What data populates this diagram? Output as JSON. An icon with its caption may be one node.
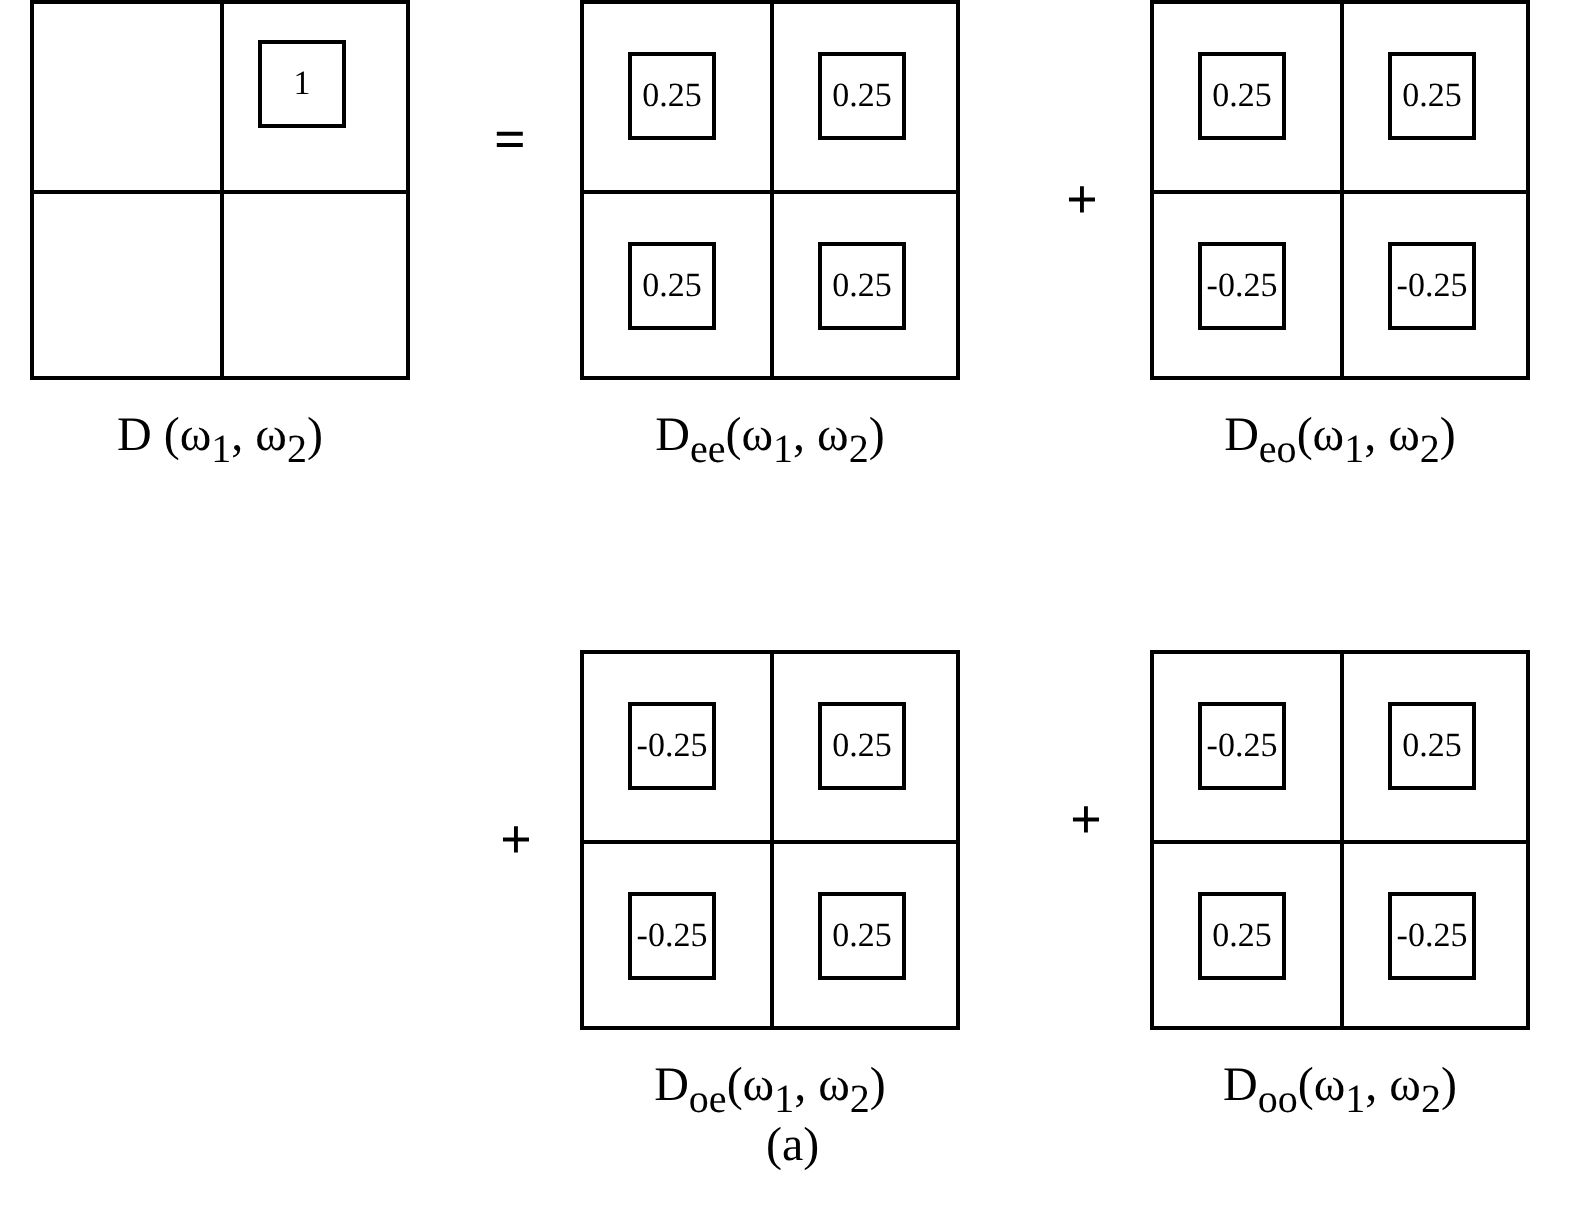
{
  "diagram": {
    "nodes": [
      {
        "text": [
          "D (ω$_{1}$, ω$_{2}$)"
        ]
      },
      {
        "text": [
          "1"
        ],
        "in": 0
      },
      {
        "text": [
          "D$_{ee}$(ω$_{1}$, ω$_{2}$)"
        ]
      },
      {
        "text": [
          "0.25"
        ],
        "in": 2
      },
      {
        "text": [
          "0.25"
        ],
        "in": 2
      },
      {
        "text": [
          "0.25"
        ],
        "in": 2
      },
      {
        "text": [
          "0.25"
        ],
        "in": 2
      },
      {
        "text": [
          "D$_{eo}$(ω$_{1}$, ω$_{2}$)"
        ]
      },
      {
        "text": [
          "0.25"
        ],
        "in": 7
      },
      {
        "text": [
          "0.25"
        ],
        "in": 7
      },
      {
        "text": [
          "-0.25"
        ],
        "in": 7
      },
      {
        "text": [
          "-0.25"
        ],
        "in": 7
      },
      {
        "text": [
          "D$_{oe}$(ω$_{1}$, ω$_{2}$)"
        ]
      },
      {
        "text": [
          "-0.25"
        ],
        "in": 12
      },
      {
        "text": [
          "0.25"
        ],
        "in": 12
      },
      {
        "text": [
          "-0.25"
        ],
        "in": 12
      },
      {
        "text": [
          "0.25"
        ],
        "in": 12
      },
      {
        "text": [
          "D$_{oo}$(ω$_{1}$, ω$_{2}$)"
        ]
      },
      {
        "text": [
          "-0.25"
        ],
        "in": 17
      },
      {
        "text": [
          "0.25"
        ],
        "in": 17
      },
      {
        "text": [
          "0.25"
        ],
        "in": 17
      },
      {
        "text": [
          "-0.25"
        ],
        "in": 17
      }
    ],
    "edges": [],
    "labels": [
      "=",
      "+",
      "+",
      "+",
      "(a)"
    ]
  }
}
